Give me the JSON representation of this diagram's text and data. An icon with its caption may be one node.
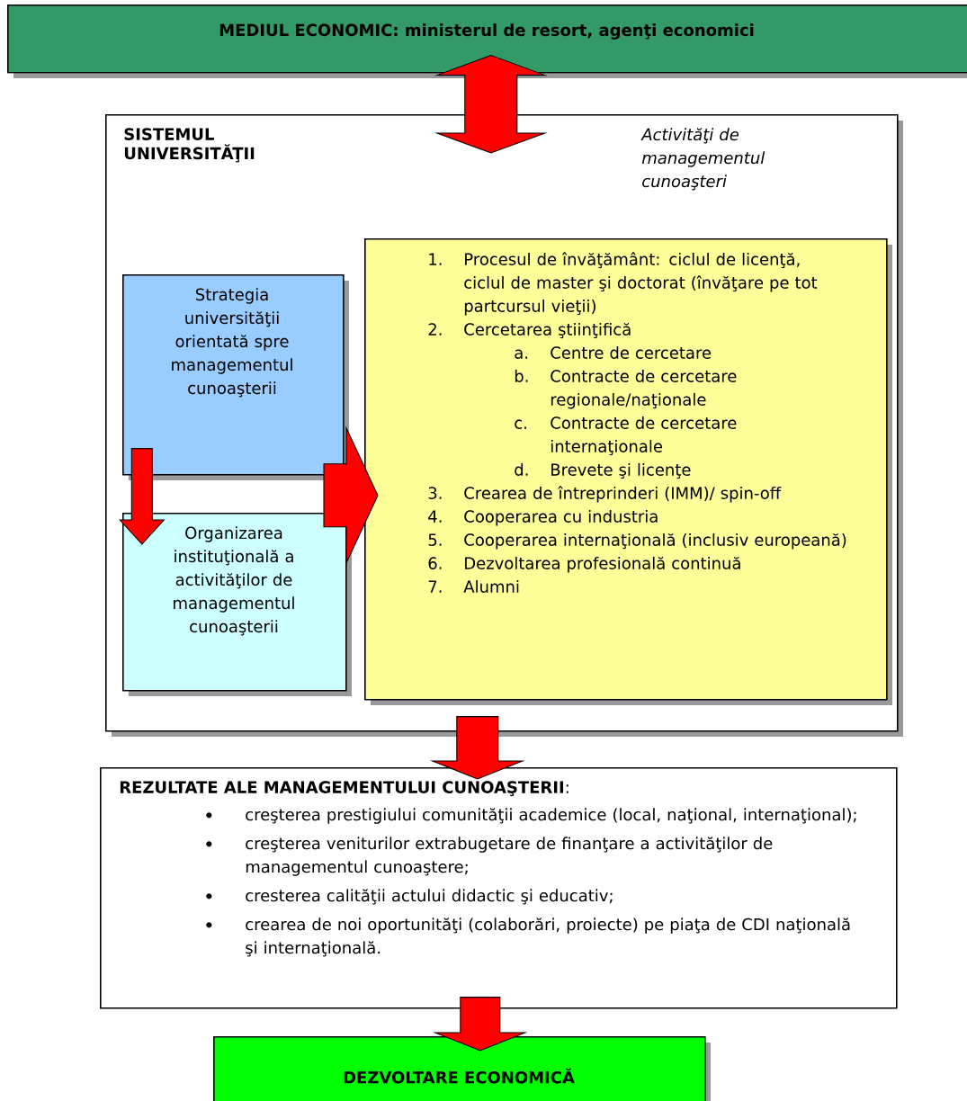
{
  "diagram": {
    "nodes": [
      {
        "text": [
          "MEDIUL ECONOMIC: ministerul de resort, agenţi economici"
        ]
      },
      {
        "text": [
          "SISTEMUL UNIVERSITĂŢII",
          "Activităţi de managementul cunoaşteri"
        ]
      },
      {
        "text": [
          "Strategia universităţii orientată spre managementul cunoaşterii"
        ],
        "in": 1
      },
      {
        "text": [
          "Organizarea instituţională a activităţilor de managementul cunoaşterii"
        ],
        "in": 1
      },
      {
        "text": [
          "1.",
          "Procesul de învăţământ: ciclul de licenţă, ciclul de master şi doctorat (învăţare pe tot partcursul vieţii)",
          "2.",
          "Cercetarea ştiinţifică",
          "a.",
          "Centre de cercetare",
          "b.",
          "Contracte de cercetare regionale/naţionale",
          "c.",
          "Contracte de cercetare internaţionale",
          "d.",
          "Brevete şi licenţe",
          "3.",
          "Crearea de întreprinderi (IMM)/ spin-off",
          "4.",
          "Cooperarea cu industria",
          "5.",
          "Cooperarea internaţională (inclusiv europeană)",
          "6.",
          "Dezvoltarea profesională continuă",
          "7.",
          "Alumni"
        ],
        "in": 1
      },
      {
        "text": [
          "**REZULTATE ALE MANAGEMENTULUI CUNOAŞTERII**:",
          "creşterea prestigiului comunităţii academice (local, naţional, internaţional);",
          "creşterea veniturilor extrabugetare de finanţare a activităţilor de managementul cunoaştere;",
          "cresterea calităţii actului didactic şi educativ;",
          "crearea de noi oportunităţi (colaborări, proiecte) pe piaţa de CDI naţională şi internaţională."
        ]
      },
      {
        "text": [
          "DEZVOLTARE ECONOMICĂ"
        ]
      }
    ],
    "edges": [
      {
        "from": 0,
        "to": 1,
        "arrow": "both"
      },
      {
        "from": null,
        "to": 4,
        "arrow": "to"
      },
      {
        "from": 2,
        "to": 3,
        "arrow": "to"
      },
      {
        "from": 1,
        "to": 5,
        "arrow": "to"
      },
      {
        "from": 5,
        "to": 6,
        "arrow": "to"
      }
    ]
  }
}
